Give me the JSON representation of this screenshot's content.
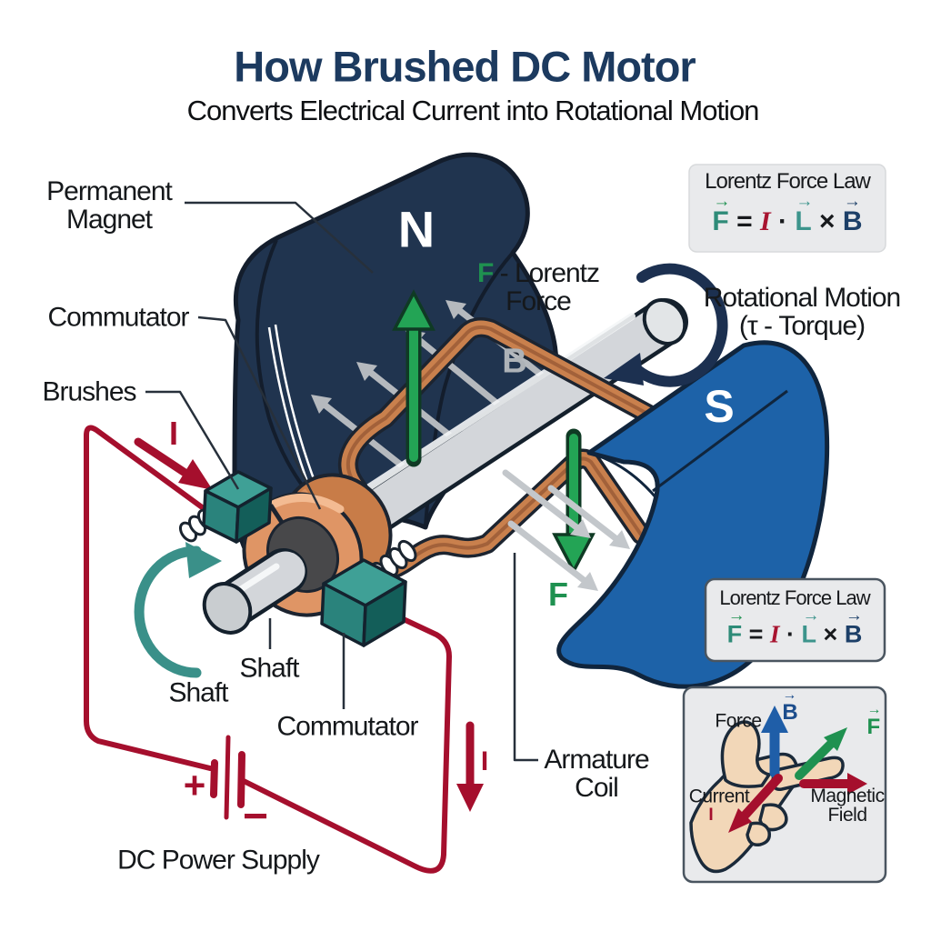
{
  "title": {
    "main": "How Brushed DC Motor",
    "sub": "Converts Electrical Current into Rotational Motion"
  },
  "labels": {
    "permanent_magnet_1": "Permanent",
    "permanent_magnet_2": "Magnet",
    "commutator_top": "Commutator",
    "brushes": "Brushes",
    "shaft_a": "Shaft",
    "shaft_b": "Shaft",
    "commutator_bottom": "Commutator",
    "dc_power_supply": "DC Power Supply",
    "armature_1": "Armature",
    "armature_2": "Coil",
    "lorentz_force_line1_rest": " - Lorentz",
    "lorentz_force_line2": "Force",
    "rotational_1": "Rotational Motion",
    "rotational_2": "(τ - Torque)"
  },
  "letters": {
    "n_pole": "N",
    "s_pole": "S",
    "b_field": "B",
    "f_force_big": "F",
    "f_force_inline": "F",
    "i_current_top": "I",
    "i_current_right": "I"
  },
  "formula_box": {
    "title": "Lorentz Force Law",
    "f": "F",
    "eq": "=",
    "i": "I",
    "dot": "·",
    "l": "L",
    "times": "×",
    "b": "B",
    "arrow": "→"
  },
  "rh_box": {
    "force": "Force",
    "b": "B",
    "f": "F",
    "current": "Current",
    "i": "I",
    "magnetic": "Magnetic",
    "field": "Field"
  },
  "power": {
    "plus": "+",
    "minus": "−"
  },
  "colors": {
    "navy_magnet": "#20344f",
    "blue_magnet": "#1d62a8",
    "copper": "#c9804d",
    "teal_brush": "#2f8c85",
    "crimson": "#a50f2d",
    "green": "#23a455",
    "gray_arrow": "#b5b9be",
    "box_bg": "#e9eaec",
    "title_navy": "#1c3a5f"
  }
}
